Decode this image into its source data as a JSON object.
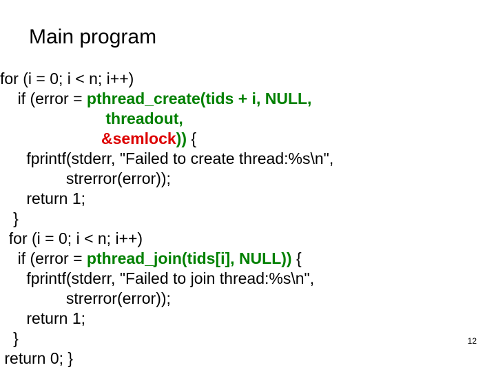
{
  "slide": {
    "title": "Main program",
    "page_number": "12",
    "colors": {
      "background": "#ffffff",
      "text": "#000000",
      "keyword_green": "#008000",
      "highlight_red": "#dd0000"
    }
  },
  "code": {
    "lines": [
      {
        "indent": "",
        "segments": [
          {
            "text": "for (i = 0; i < n; i++)",
            "style": "plain"
          }
        ]
      },
      {
        "indent": "    ",
        "segments": [
          {
            "text": "if (error = ",
            "style": "plain"
          },
          {
            "text": "pthread_create(tids + i, NULL,",
            "style": "green"
          }
        ]
      },
      {
        "indent": "                        ",
        "segments": [
          {
            "text": "threadout,",
            "style": "green"
          }
        ]
      },
      {
        "indent": "                       ",
        "segments": [
          {
            "text": "&semlock",
            "style": "red"
          },
          {
            "text": "))",
            "style": "green"
          },
          {
            "text": " {",
            "style": "plain"
          }
        ]
      },
      {
        "indent": "      ",
        "segments": [
          {
            "text": "fprintf(stderr, \"Failed to create thread:%s\\n\",",
            "style": "plain"
          }
        ]
      },
      {
        "indent": "               ",
        "segments": [
          {
            "text": "strerror(error));",
            "style": "plain"
          }
        ]
      },
      {
        "indent": "      ",
        "segments": [
          {
            "text": "return 1;",
            "style": "plain"
          }
        ]
      },
      {
        "indent": "   ",
        "segments": [
          {
            "text": "}",
            "style": "plain"
          }
        ]
      },
      {
        "indent": "  ",
        "segments": [
          {
            "text": "for (i = 0; i < n; i++)",
            "style": "plain"
          }
        ]
      },
      {
        "indent": "    ",
        "segments": [
          {
            "text": "if (error = ",
            "style": "plain"
          },
          {
            "text": "pthread_join(tids[i], NULL))",
            "style": "green"
          },
          {
            "text": " {",
            "style": "plain"
          }
        ]
      },
      {
        "indent": "      ",
        "segments": [
          {
            "text": "fprintf(stderr, \"Failed to join thread:%s\\n\",",
            "style": "plain"
          }
        ]
      },
      {
        "indent": "               ",
        "segments": [
          {
            "text": "strerror(error));",
            "style": "plain"
          }
        ]
      },
      {
        "indent": "      ",
        "segments": [
          {
            "text": "return 1;",
            "style": "plain"
          }
        ]
      },
      {
        "indent": "   ",
        "segments": [
          {
            "text": "}",
            "style": "plain"
          }
        ]
      },
      {
        "indent": " ",
        "segments": [
          {
            "text": "return 0; }",
            "style": "plain"
          }
        ]
      }
    ]
  }
}
